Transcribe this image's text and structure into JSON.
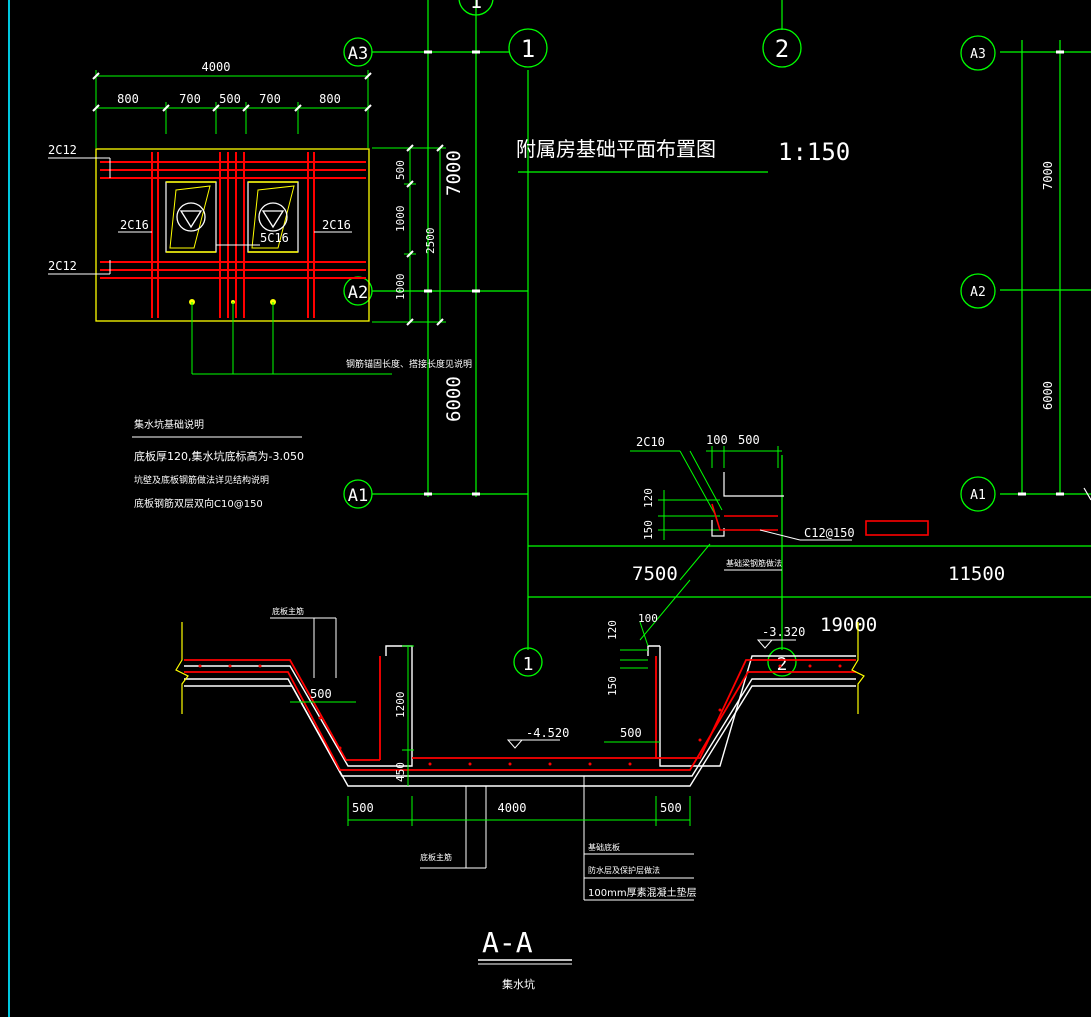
{
  "drawing": {
    "title": "附属房基础平面布置图",
    "scale": "1:150",
    "section_title": "A-A",
    "section_subtitle": "集水坑",
    "colors": {
      "background": "#000000",
      "axis": "#00ff00",
      "rebar": "#ff0000",
      "outline": "#ffffff",
      "plan_box": "#ffff00",
      "frame": "#00c8e0"
    }
  },
  "grid": {
    "rows": [
      "A3",
      "A2",
      "A1"
    ],
    "cols": [
      "1",
      "2"
    ],
    "top_partial": "1",
    "dims_vertical": [
      "7000",
      "6000"
    ],
    "dims_vertical_right": [
      "7000",
      "6000"
    ],
    "dims_horizontal": [
      "7500",
      "11500",
      "19000"
    ]
  },
  "pit_plan": {
    "total_width": "4000",
    "segments": [
      "800",
      "700",
      "500",
      "700",
      "800"
    ],
    "right_dims": [
      "500",
      "1000",
      "1000"
    ],
    "right_total": "2500",
    "rebars": [
      "2C12",
      "2C16",
      "2C16",
      "2C12",
      "5C16"
    ],
    "note": "钢筋锚固长度、搭接长度见说明"
  },
  "notes": {
    "header": "集水坑基础说明",
    "line1": "底板厚120,集水坑底标高为-3.050",
    "line2": "坑壁及底板钢筋做法详见结构说明",
    "line3": "底板钢筋双层双向C10@150"
  },
  "detail": {
    "rebar": "2C10",
    "dims": [
      "100",
      "500"
    ],
    "vert_dims": [
      "120",
      "150"
    ],
    "spacing": "C12@150",
    "label": "基础梁钢筋做法"
  },
  "section": {
    "level_top": "-3.320",
    "level_bottom": "-4.520",
    "dim_100": "100",
    "dim_120": "120",
    "dim_150": "150",
    "left_label": "底板主筋",
    "dim_500_left": "500",
    "dim_1200": "1200",
    "dim_450": "450",
    "dim_500_inner": "500",
    "bottom_dims": [
      "500",
      "4000",
      "500"
    ],
    "bottom_label": "底板主筋",
    "layers": [
      "基础底板",
      "防水层及保护层做法",
      "100mm厚素混凝土垫层"
    ]
  }
}
